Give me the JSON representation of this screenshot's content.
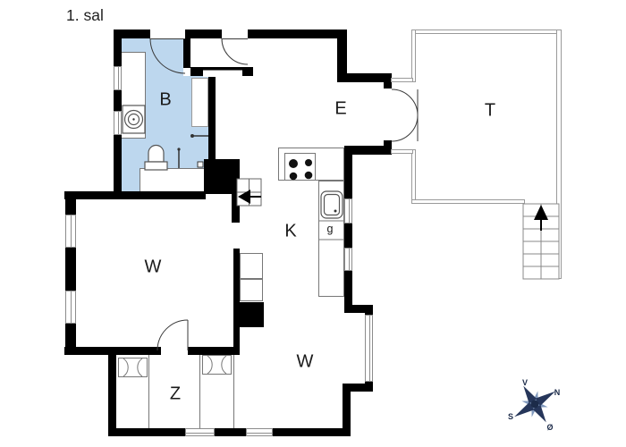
{
  "title": "1. sal",
  "rooms": {
    "bathroom": {
      "label": "B"
    },
    "entry": {
      "label": "E"
    },
    "terrace": {
      "label": "T"
    },
    "kitchen": {
      "label": "K"
    },
    "kitchen_appliance": {
      "label": "g"
    },
    "living_room_west": {
      "label": "W"
    },
    "living_room_south": {
      "label": "W"
    },
    "bedroom": {
      "label": "Z"
    }
  },
  "compass": {
    "west": "V",
    "north": "N",
    "south": "S",
    "east": "Ø"
  },
  "colors": {
    "bathroom_fill": "#bdd7ee",
    "wall": "#000000",
    "compass_dark": "#26365a",
    "compass_light": "#8099bd"
  }
}
